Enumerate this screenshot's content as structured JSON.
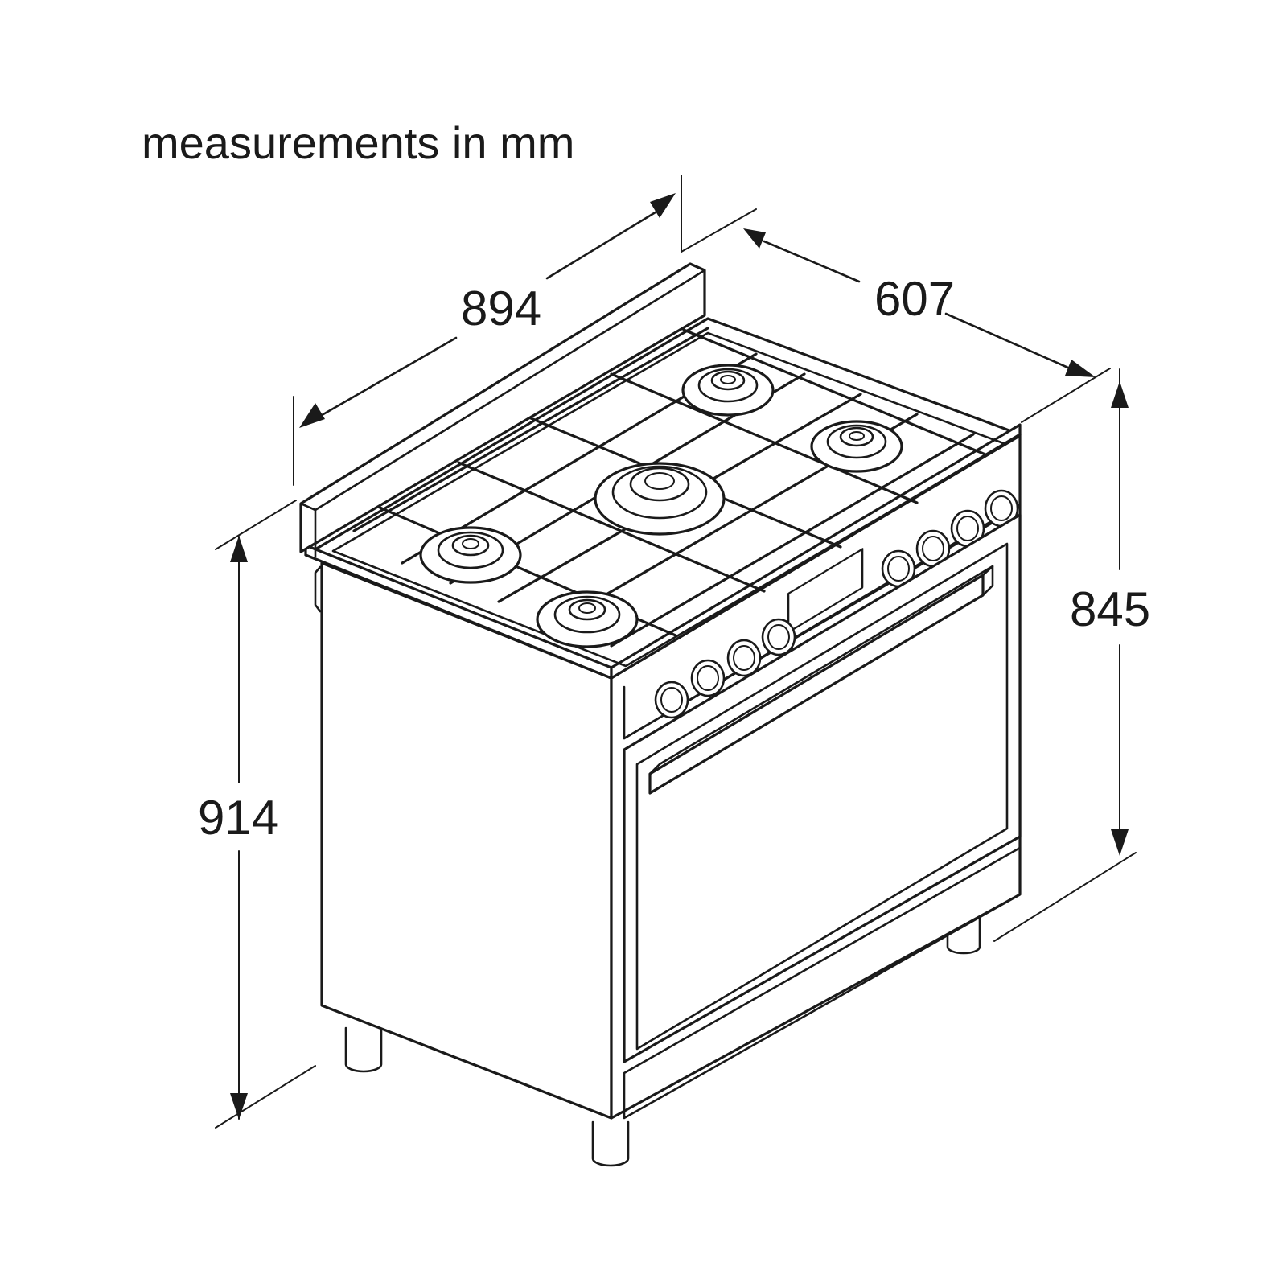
{
  "title": "measurements in mm",
  "dimensions": {
    "width": "894",
    "depth": "607",
    "height_total": "914",
    "height_worktop": "845"
  },
  "colors": {
    "line": "#1a1a1a",
    "background": "#ffffff"
  }
}
